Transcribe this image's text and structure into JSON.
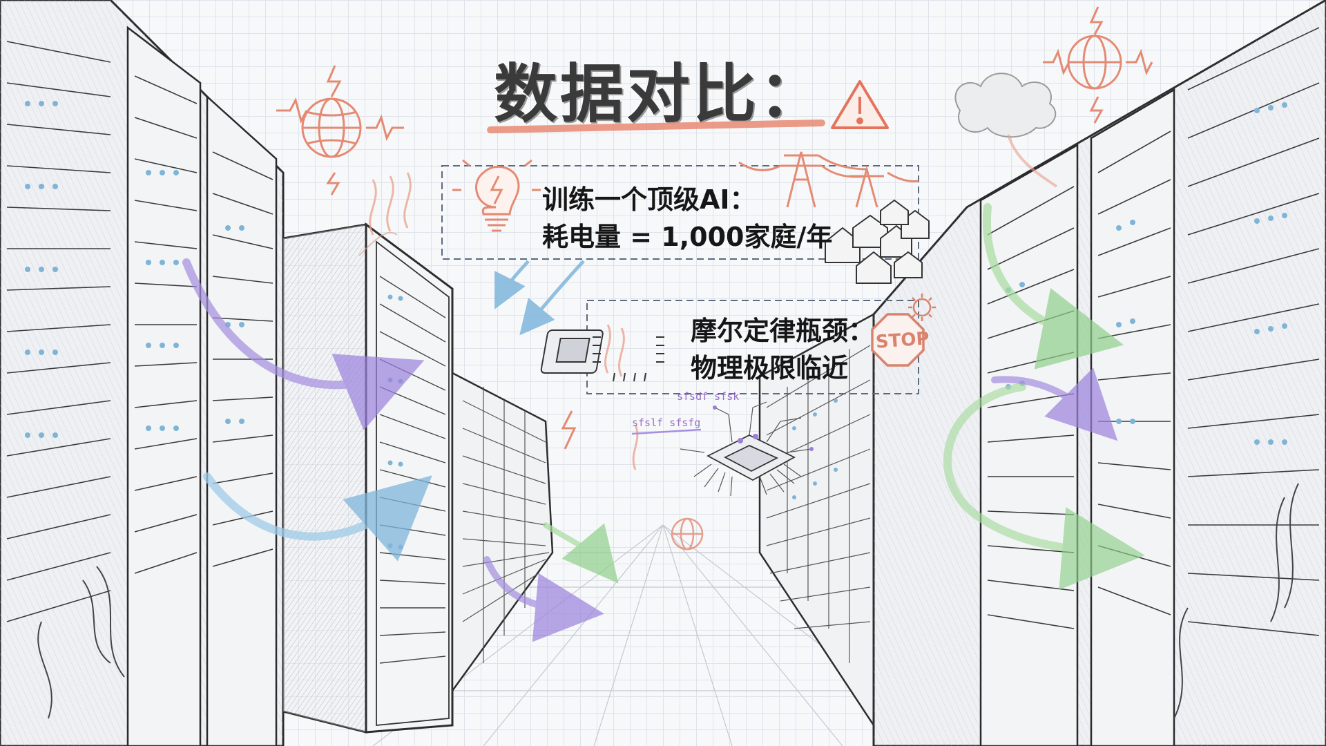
{
  "title": "数据对比：",
  "energy_box": {
    "line1": "训练一个顶级AI：",
    "line2": "耗电量 = 1,000家庭/年"
  },
  "moore_box": {
    "line1": "摩尔定律瓶颈：",
    "line2": "物理极限临近"
  },
  "stop_sign": "STOP",
  "chip_scribbles": [
    "sfsdf sfsk",
    "sfslf sfsfg"
  ],
  "colors": {
    "accent_red": "#e98a72",
    "purple_arrow": "#a58ee0",
    "blue_arrow": "#9fcbe8",
    "green_arrow": "#a8dca0",
    "ink": "#3a3a3a"
  },
  "icons": [
    "globe-icon",
    "warning-triangle-icon",
    "lightbulb-icon",
    "power-tower-icon",
    "houses-icon",
    "cpu-chip-icon",
    "stop-sign-icon",
    "gear-icon",
    "lightning-icon",
    "steam-cloud-icon"
  ]
}
